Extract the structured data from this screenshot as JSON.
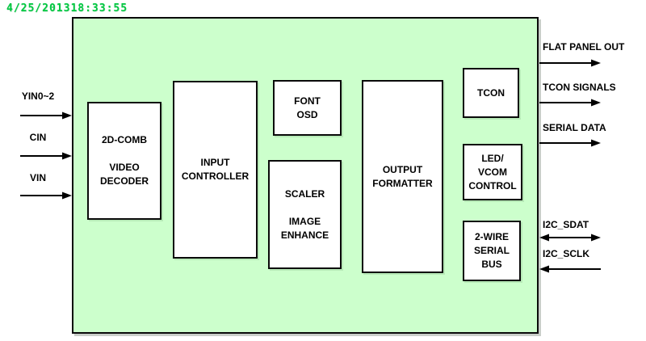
{
  "timestamp": "4/25/201318:33:55",
  "diagram": {
    "blocks": {
      "video_decoder": {
        "lines": [
          "2D-COMB",
          "",
          "VIDEO",
          "DECODER"
        ]
      },
      "input_controller": {
        "lines": [
          "INPUT",
          "CONTROLLER"
        ]
      },
      "font_osd": {
        "lines": [
          "FONT",
          "OSD"
        ]
      },
      "scaler": {
        "lines": [
          "SCALER",
          "",
          "IMAGE",
          "ENHANCE"
        ]
      },
      "output_formatter": {
        "lines": [
          "OUTPUT",
          "FORMATTER"
        ]
      },
      "tcon": {
        "lines": [
          "TCON"
        ]
      },
      "led_vcom": {
        "lines": [
          "LED/",
          "VCOM",
          "CONTROL"
        ]
      },
      "serial_bus": {
        "lines": [
          "2-WIRE",
          "SERIAL",
          "BUS"
        ]
      }
    },
    "signals": {
      "inputs": [
        {
          "label": "YIN0~2",
          "direction": "in"
        },
        {
          "label": "CIN",
          "direction": "in"
        },
        {
          "label": "VIN",
          "direction": "in"
        }
      ],
      "outputs": [
        {
          "label": "FLAT PANEL OUT",
          "direction": "out"
        },
        {
          "label": "TCON SIGNALS",
          "direction": "out"
        },
        {
          "label": "SERIAL DATA",
          "direction": "out"
        }
      ],
      "i2c": [
        {
          "label": "I2C_SDAT",
          "direction": "bidirectional"
        },
        {
          "label": "I2C_SCLK",
          "direction": "in"
        }
      ]
    },
    "colors": {
      "chip_fill": "#ccffcc",
      "block_fill": "#ffffff",
      "border": "#0a0a0a",
      "timestamp_green": "#00c841"
    }
  }
}
